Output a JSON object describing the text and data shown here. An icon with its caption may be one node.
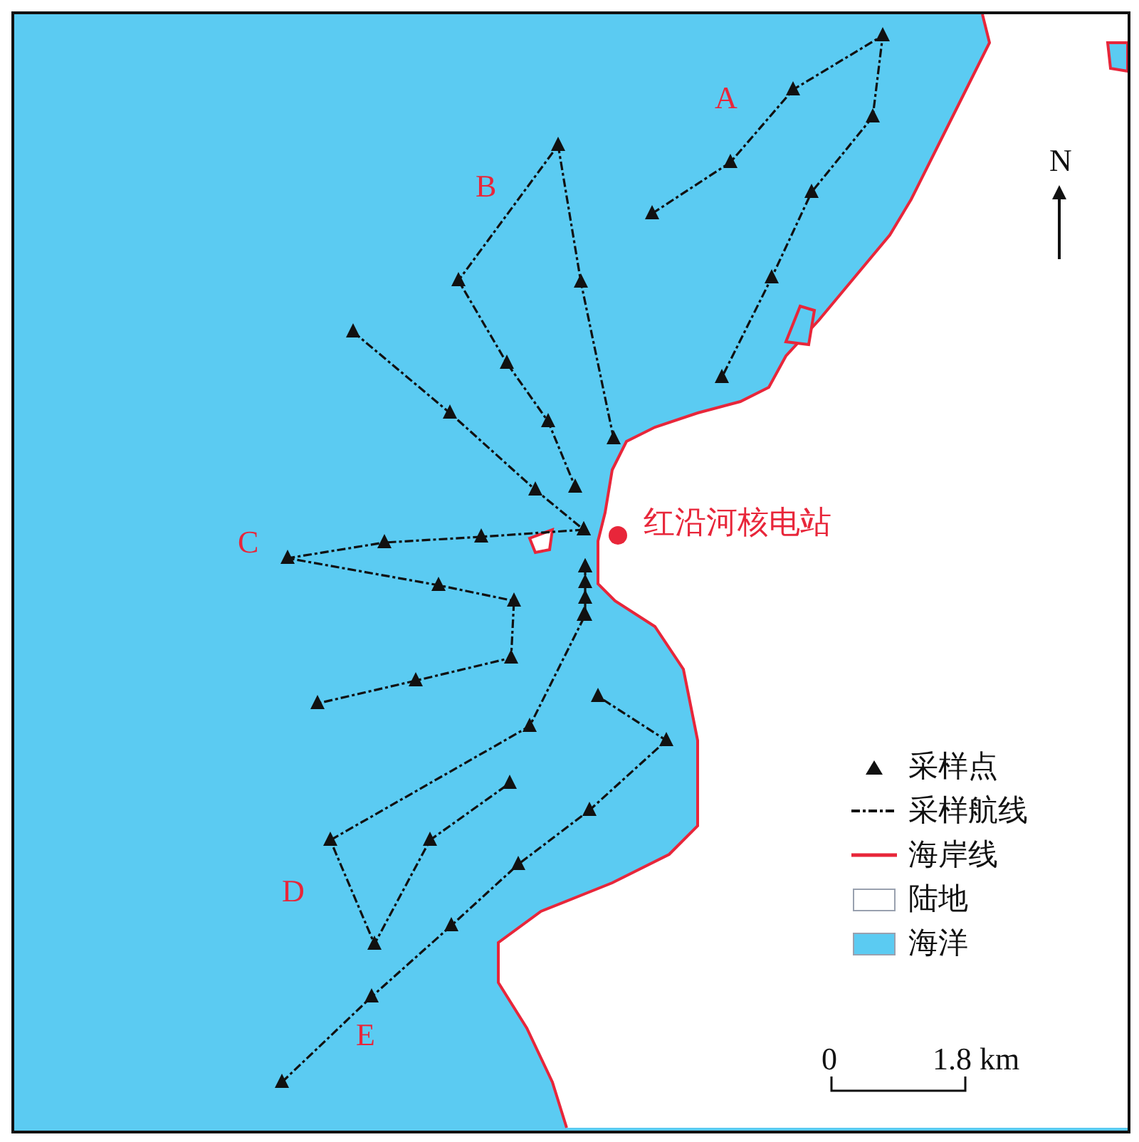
{
  "diagram": {
    "labels": [
      "A",
      "B",
      "N",
      "C",
      "红沿河核电站",
      "D",
      "E",
      "0",
      "1.8 km"
    ],
    "legend": [
      {
        "text": "采样点"
      },
      {
        "text": "采样航线"
      },
      {
        "text": "海岸线"
      },
      {
        "text": "陆地",
        "color": "#ffffff"
      },
      {
        "text": "海洋",
        "color": "#5bcbf2"
      }
    ]
  }
}
